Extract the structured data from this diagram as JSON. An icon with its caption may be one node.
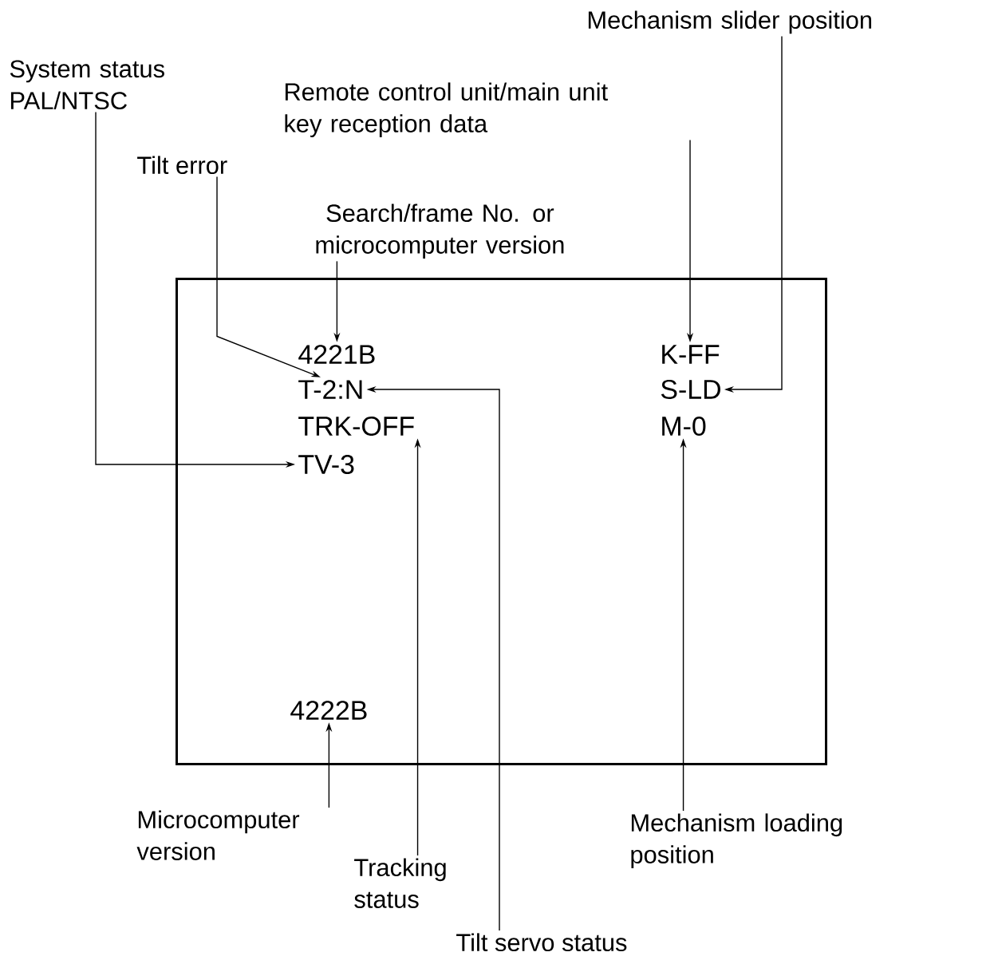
{
  "diagram": {
    "nodes": [
      {
        "text": [],
        "shape": "box"
      },
      {
        "text": [
          "4221B"
        ],
        "in": 0
      },
      {
        "text": [
          "T-2:N"
        ],
        "in": 0
      },
      {
        "text": [
          "TRK-OFF"
        ],
        "in": 0
      },
      {
        "text": [
          "TV-3"
        ],
        "in": 0
      },
      {
        "text": [
          "4222B"
        ],
        "in": 0
      },
      {
        "text": [
          "K-FF"
        ],
        "in": 0
      },
      {
        "text": [
          "S-LD"
        ],
        "in": 0
      },
      {
        "text": [
          "M-0"
        ],
        "in": 0
      },
      {
        "text": [
          "System status PAL/NTSC"
        ]
      },
      {
        "text": [
          "Remote control unit/main unit key reception data"
        ]
      },
      {
        "text": [
          "Mechanism slider position"
        ]
      },
      {
        "text": [
          "Tilt error"
        ]
      },
      {
        "text": [
          "Search/frame No. or microcomputer version"
        ]
      },
      {
        "text": [
          "Microcomputer version"
        ]
      },
      {
        "text": [
          "Tracking status"
        ]
      },
      {
        "text": [
          "Tilt servo status"
        ]
      },
      {
        "text": [
          "Mechanism loading position"
        ]
      }
    ],
    "edges": [
      {
        "from": 9,
        "to": 4,
        "arrow": "to"
      },
      {
        "from": 12,
        "to": 2,
        "arrow": "to"
      },
      {
        "from": 13,
        "to": 1,
        "arrow": "to"
      },
      {
        "from": 10,
        "to": 6,
        "arrow": "to"
      },
      {
        "from": 11,
        "to": 7,
        "arrow": "to"
      },
      {
        "from": 16,
        "to": 2,
        "arrow": "to"
      },
      {
        "from": 15,
        "to": 3,
        "arrow": "to"
      },
      {
        "from": 14,
        "to": 5,
        "arrow": "to"
      },
      {
        "from": 17,
        "to": 8,
        "arrow": "to"
      }
    ]
  }
}
